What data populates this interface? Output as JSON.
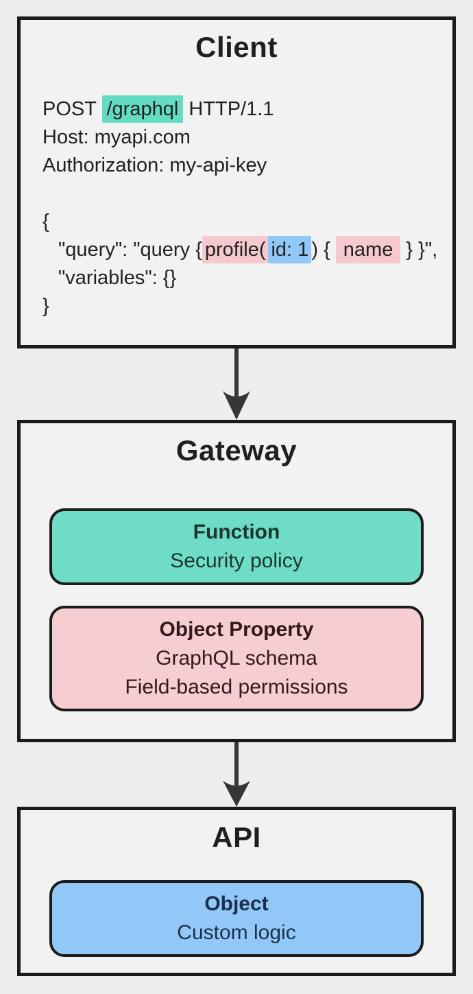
{
  "colors": {
    "page_bg": "#eeeeee",
    "box_bg": "#f2f2f2",
    "border": "#1b1b1b",
    "arrow": "#363636",
    "text": "#212121",
    "teal_highlight": "#63dcc3",
    "pink_highlight": "#f5c9cd",
    "blue_highlight": "#92c8f7",
    "teal_card": "#6edcc6",
    "pink_card": "#f6ced1",
    "blue_card": "#92c8f7"
  },
  "client": {
    "title": "Client",
    "request": {
      "line1_pre": "POST ",
      "line1_highlight": "/graphql",
      "line1_post": " HTTP/1.1",
      "line2": "Host: myapi.com",
      "line3": "Authorization: my-api-key",
      "body_open": "{",
      "query_pre": "\"query\": \"query {",
      "query_field_highlight": "profile(",
      "query_arg_highlight": "id: 1",
      "query_mid": ") { ",
      "query_name_highlight": "name",
      "query_post": " } }\",",
      "variables_line": "\"variables\": {}",
      "body_close": "}"
    }
  },
  "gateway": {
    "title": "Gateway",
    "function_card": {
      "title": "Function",
      "line": "Security policy"
    },
    "object_property_card": {
      "title": "Object Property",
      "lines": [
        "GraphQL schema",
        "Field-based permissions"
      ]
    }
  },
  "api": {
    "title": "API",
    "object_card": {
      "title": "Object",
      "line": "Custom logic"
    }
  }
}
